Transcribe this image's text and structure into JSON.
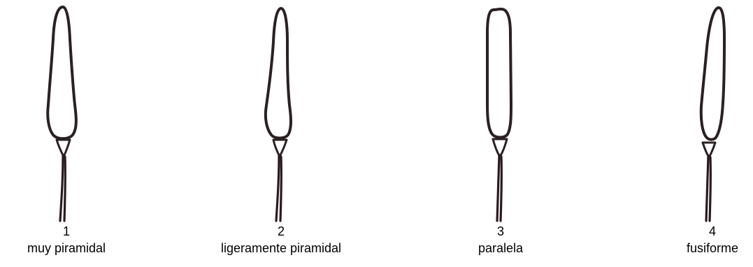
{
  "figures": [
    {
      "number": "1",
      "name": "muy piramidal",
      "shape": "muy-piramidal-outline"
    },
    {
      "number": "2",
      "name": "ligeramente piramidal",
      "shape": "ligeramente-piramidal-outline"
    },
    {
      "number": "3",
      "name": "paralela",
      "shape": "paralela-outline"
    },
    {
      "number": "4",
      "name": "fusiforme",
      "shape": "fusiforme-outline"
    }
  ],
  "colors": {
    "line": "#2a2022",
    "background": "#ffffff"
  }
}
